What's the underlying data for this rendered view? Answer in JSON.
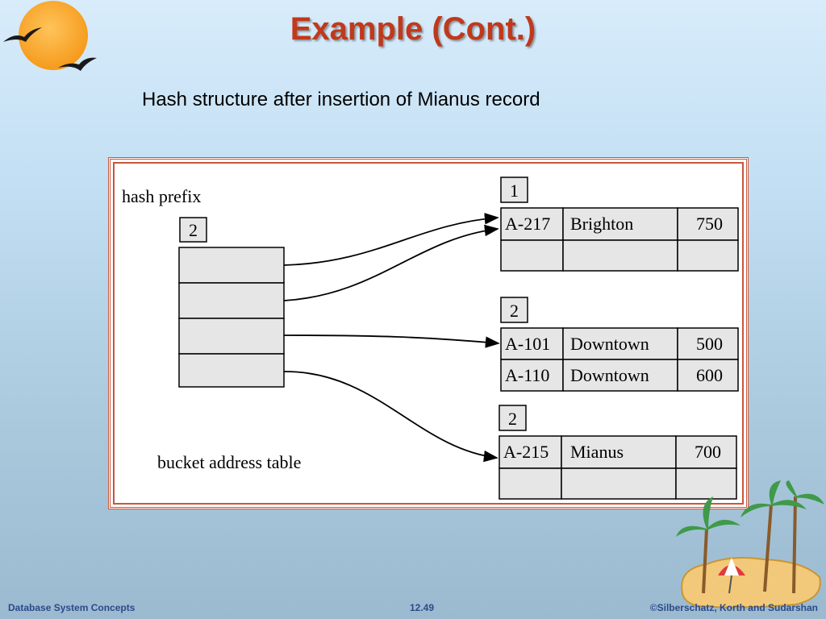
{
  "slide": {
    "title": "Example (Cont.)",
    "subtitle": "Hash structure after insertion of Mianus record"
  },
  "diagram": {
    "hash_prefix_label": "hash prefix",
    "global_depth": "2",
    "table_label": "bucket address table",
    "buckets": [
      {
        "local_depth": "1",
        "rows": [
          [
            "A-217",
            "Brighton",
            "750"
          ],
          [
            "",
            "",
            ""
          ]
        ]
      },
      {
        "local_depth": "2",
        "rows": [
          [
            "A-101",
            "Downtown",
            "500"
          ],
          [
            "A-110",
            "Downtown",
            "600"
          ]
        ]
      },
      {
        "local_depth": "2",
        "rows": [
          [
            "A-215",
            "Mianus",
            "700"
          ],
          [
            "",
            "",
            ""
          ]
        ]
      }
    ]
  },
  "footer": {
    "left": "Database System Concepts",
    "center": "12.49",
    "right": "©Silberschatz, Korth and Sudarshan"
  },
  "colors": {
    "title": "#c0391b",
    "frame": "#c8563b",
    "cell_fill": "#e6e6e6",
    "footer": "#2b4a8a"
  },
  "icons": [
    "sun-logo-icon",
    "palm-island-icon"
  ]
}
